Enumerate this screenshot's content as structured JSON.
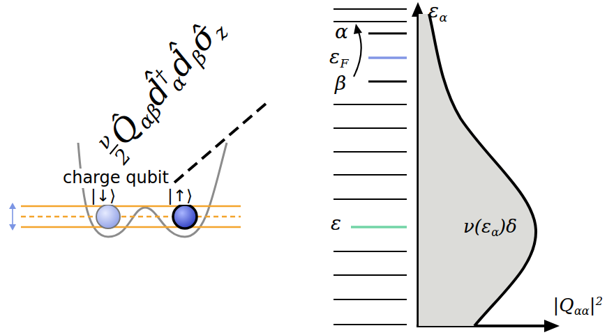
{
  "diagram": {
    "nodes": [
      {
        "text": [
          "ν(ε",
          "α",
          ")δ"
        ]
      }
    ],
    "labels": [
      "ν",
      "2",
      "Q̂",
      "αβ",
      "d̂",
      "†",
      "α",
      "d̂",
      "β",
      "σ̂",
      "z",
      "charge qubit",
      "|↓⟩",
      "|↑⟩",
      "α",
      "ε",
      "F",
      "β",
      "ε",
      "ε",
      "α",
      "|Q",
      "αα",
      "|",
      "2"
    ]
  }
}
